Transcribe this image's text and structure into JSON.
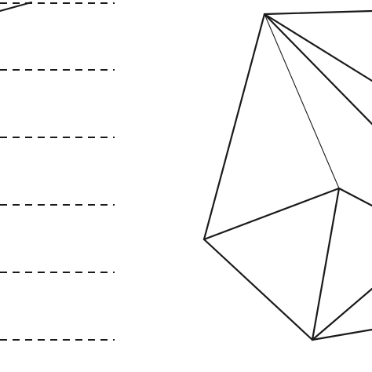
{
  "diagram": {
    "dashed_line_count": 6,
    "colors": {
      "stroke": "#1a1a1a",
      "background": "#ffffff"
    },
    "shapes": [
      "dashed-lines",
      "triangulated-polygon"
    ]
  }
}
